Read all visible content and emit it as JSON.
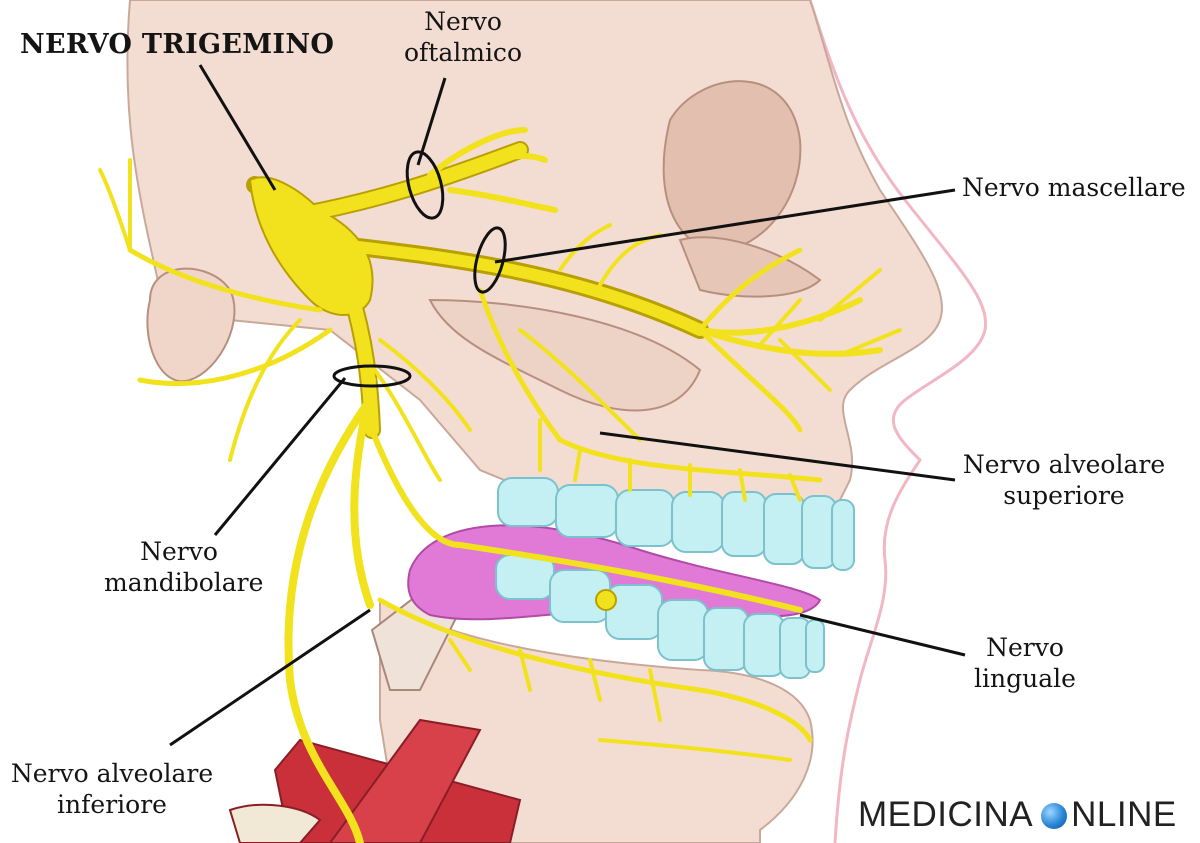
{
  "title": "NERVO TRIGEMINO",
  "labels": {
    "oftalmico": "Nervo\noftalmico",
    "mascellare": "Nervo mascellare",
    "alveolare_superiore": "Nervo alveolare\nsuperiore",
    "mandibolare": "Nervo\nmandibolare",
    "linguale": "Nervo\nlinguale",
    "alveolare_inferiore": "Nervo alveolare\ninferiore"
  },
  "brand": {
    "left": "MEDICINA",
    "right": "NLINE"
  },
  "icons": [
    "globe-logo-icon"
  ],
  "colors": {
    "nerve": "#f2e21e",
    "nerve_outline": "#b8a000",
    "skin": "#f3ddd2",
    "bone": "#ead2c6",
    "tongue": "#e07ad6",
    "teeth": "#c4f0f4",
    "muscle": "#c9303a",
    "leader": "#111111"
  }
}
